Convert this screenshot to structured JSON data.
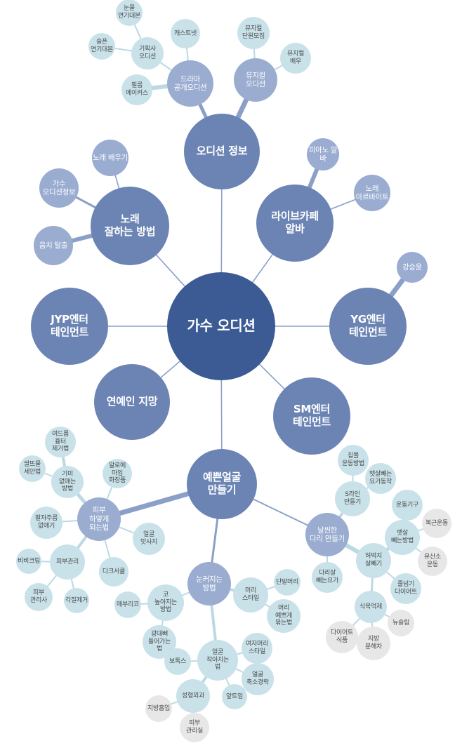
{
  "root": "가수 오디션",
  "nodes": [
    {
      "id": "root",
      "label": "가수 오디션",
      "level": 0
    },
    {
      "id": "audition_info",
      "label": "오디션 정보",
      "level": 1
    },
    {
      "id": "drama",
      "label": "드라마\n공개오디션",
      "level": 2
    },
    {
      "id": "musical",
      "label": "뮤지컬\n오디션",
      "level": 2
    },
    {
      "id": "planning",
      "label": "기획사\n오디션",
      "level": 3
    },
    {
      "id": "castnet",
      "label": "캐스트넷",
      "level": 3
    },
    {
      "id": "film_makers",
      "label": "필름\n메이커스",
      "level": 3
    },
    {
      "id": "tears",
      "label": "눈물\n연기대본",
      "level": 3
    },
    {
      "id": "sad",
      "label": "슬픈\n연기대본",
      "level": 3
    },
    {
      "id": "musical_recruit",
      "label": "뮤지컬\n단원모집",
      "level": 3
    },
    {
      "id": "musical_actor",
      "label": "뮤지컬\n배우",
      "level": 3
    },
    {
      "id": "live_cafe",
      "label": "라이브카페\n알바",
      "level": 1
    },
    {
      "id": "piano_job",
      "label": "피아노 알바",
      "level": 2
    },
    {
      "id": "song_job",
      "label": "노래\n아르바이트",
      "level": 2
    },
    {
      "id": "yg",
      "label": "YG엔터\n테인먼트",
      "level": 1
    },
    {
      "id": "kang",
      "label": "강승윤",
      "level": 2
    },
    {
      "id": "sm",
      "label": "SM엔터\n테인먼트",
      "level": 1
    },
    {
      "id": "jyp",
      "label": "JYP엔터\n테인먼트",
      "level": 1
    },
    {
      "id": "celeb",
      "label": "연예인 지망",
      "level": 1
    },
    {
      "id": "sing_well",
      "label": "노래\n잘하는 방법",
      "level": 1
    },
    {
      "id": "learn_song",
      "label": "노래 배우기",
      "level": 2
    },
    {
      "id": "singer_info",
      "label": "가수\n오디션정보",
      "level": 2
    },
    {
      "id": "tone_deaf",
      "label": "음치 탈출",
      "level": 2
    },
    {
      "id": "pretty_face",
      "label": "예쁜얼굴\n만들기",
      "level": 1
    },
    {
      "id": "skin_whiten",
      "label": "피부\n하얗게\n되는법",
      "level": 2
    },
    {
      "id": "spots",
      "label": "기미\n없애는\n방법",
      "level": 3
    },
    {
      "id": "acne",
      "label": "여드름\n흉터\n제거법",
      "level": 3
    },
    {
      "id": "face_wash",
      "label": "쌀뜨물\n세안법",
      "level": 3
    },
    {
      "id": "aloe",
      "label": "알로에\n마임\n화장품",
      "level": 3
    },
    {
      "id": "eye_bags",
      "label": "팔자주름\n없애기",
      "level": 3
    },
    {
      "id": "face_massage",
      "label": "얼굴\n맛사지",
      "level": 3
    },
    {
      "id": "skin_care",
      "label": "피부관리",
      "level": 3
    },
    {
      "id": "dark_circle",
      "label": "다크서클",
      "level": 3
    },
    {
      "id": "bb",
      "label": "비비크림",
      "level": 3
    },
    {
      "id": "skin_mgr",
      "label": "피부\n관리사",
      "level": 3
    },
    {
      "id": "keratin",
      "label": "각질제거",
      "level": 3
    },
    {
      "id": "big_eyes",
      "label": "눈커지는\n방법",
      "level": 2
    },
    {
      "id": "nose",
      "label": "코\n높아지는\n방법",
      "level": 3
    },
    {
      "id": "hair_style",
      "label": "머리\n스타일",
      "level": 3
    },
    {
      "id": "short_hair",
      "label": "단발머리",
      "level": 3
    },
    {
      "id": "pretty_hair",
      "label": "머리\n예쁘게\n묶는법",
      "level": 3
    },
    {
      "id": "nose_light",
      "label": "매부리코",
      "level": 3
    },
    {
      "id": "cheekbone",
      "label": "광대뼈\n들어가는\n법",
      "level": 3
    },
    {
      "id": "small_face",
      "label": "얼굴\n작아지는\n법",
      "level": 3
    },
    {
      "id": "botox",
      "label": "보톡스",
      "level": 3
    },
    {
      "id": "woman_hair",
      "label": "여자머리\n스타일",
      "level": 3
    },
    {
      "id": "face_shrink",
      "label": "얼굴\n축소경락",
      "level": 3
    },
    {
      "id": "plastic",
      "label": "성형외과",
      "level": 3
    },
    {
      "id": "ipm",
      "label": "앞트임",
      "level": 3
    },
    {
      "id": "fat_suction",
      "label": "지방흡입",
      "level": 4
    },
    {
      "id": "dermatology",
      "label": "피부\n관리실",
      "level": 4
    },
    {
      "id": "slim_legs",
      "label": "날씬한\n다리 만들기",
      "level": 2
    },
    {
      "id": "s_line",
      "label": "S라인\n만들기",
      "level": 3
    },
    {
      "id": "home_exercise",
      "label": "집볼\n운동방법",
      "level": 3
    },
    {
      "id": "yoga",
      "label": "뱃살빼는\n요가동작",
      "level": 3
    },
    {
      "id": "thigh",
      "label": "허벅지\n살빼기",
      "level": 3
    },
    {
      "id": "leg_slim",
      "label": "다리살\n빼는요가",
      "level": 3
    },
    {
      "id": "belly",
      "label": "뱃살\n빼는방법",
      "level": 3
    },
    {
      "id": "equipment",
      "label": "운동기구",
      "level": 3
    },
    {
      "id": "ab_exercise",
      "label": "복근운동",
      "level": 4
    },
    {
      "id": "aerobic",
      "label": "유산소\n운동",
      "level": 4
    },
    {
      "id": "jump_rope",
      "label": "줄넘기\n다이어트",
      "level": 3
    },
    {
      "id": "diet_control",
      "label": "식욕억제",
      "level": 3
    },
    {
      "id": "diet_food",
      "label": "다이어트\n식품",
      "level": 4
    },
    {
      "id": "fat_burn",
      "label": "지방\n분해차",
      "level": 4
    },
    {
      "id": "new_slim",
      "label": "뉴슬림",
      "level": 4
    }
  ],
  "edges": [
    [
      "root",
      "audition_info"
    ],
    [
      "root",
      "live_cafe"
    ],
    [
      "root",
      "yg"
    ],
    [
      "root",
      "sm"
    ],
    [
      "root",
      "pretty_face"
    ],
    [
      "root",
      "celeb"
    ],
    [
      "root",
      "jyp"
    ],
    [
      "root",
      "sing_well"
    ],
    [
      "audition_info",
      "drama"
    ],
    [
      "audition_info",
      "musical"
    ],
    [
      "drama",
      "planning"
    ],
    [
      "drama",
      "castnet"
    ],
    [
      "drama",
      "film_makers"
    ],
    [
      "planning",
      "tears"
    ],
    [
      "planning",
      "sad"
    ],
    [
      "musical",
      "musical_recruit"
    ],
    [
      "musical",
      "musical_actor"
    ],
    [
      "live_cafe",
      "piano_job"
    ],
    [
      "live_cafe",
      "song_job"
    ],
    [
      "yg",
      "kang"
    ],
    [
      "sing_well",
      "learn_song"
    ],
    [
      "sing_well",
      "singer_info"
    ],
    [
      "sing_well",
      "tone_deaf"
    ],
    [
      "pretty_face",
      "skin_whiten"
    ],
    [
      "pretty_face",
      "big_eyes"
    ],
    [
      "pretty_face",
      "slim_legs"
    ],
    [
      "skin_whiten",
      "spots"
    ],
    [
      "skin_whiten",
      "aloe"
    ],
    [
      "skin_whiten",
      "eye_bags"
    ],
    [
      "skin_whiten",
      "face_massage"
    ],
    [
      "skin_whiten",
      "skin_care"
    ],
    [
      "skin_whiten",
      "dark_circle"
    ],
    [
      "spots",
      "acne"
    ],
    [
      "spots",
      "face_wash"
    ],
    [
      "skin_care",
      "bb"
    ],
    [
      "skin_care",
      "skin_mgr"
    ],
    [
      "skin_care",
      "keratin"
    ],
    [
      "big_eyes",
      "nose"
    ],
    [
      "big_eyes",
      "hair_style"
    ],
    [
      "big_eyes",
      "small_face"
    ],
    [
      "nose",
      "nose_light"
    ],
    [
      "nose",
      "cheekbone"
    ],
    [
      "hair_style",
      "short_hair"
    ],
    [
      "hair_style",
      "pretty_hair"
    ],
    [
      "small_face",
      "botox"
    ],
    [
      "small_face",
      "woman_hair"
    ],
    [
      "small_face",
      "face_shrink"
    ],
    [
      "small_face",
      "plastic"
    ],
    [
      "small_face",
      "ipm"
    ],
    [
      "plastic",
      "fat_suction"
    ],
    [
      "plastic",
      "dermatology"
    ],
    [
      "slim_legs",
      "s_line"
    ],
    [
      "slim_legs",
      "thigh"
    ],
    [
      "slim_legs",
      "leg_slim"
    ],
    [
      "s_line",
      "home_exercise"
    ],
    [
      "s_line",
      "yoga"
    ],
    [
      "thigh",
      "belly"
    ],
    [
      "thigh",
      "jump_rope"
    ],
    [
      "thigh",
      "diet_control"
    ],
    [
      "belly",
      "equipment"
    ],
    [
      "belly",
      "ab_exercise"
    ],
    [
      "belly",
      "aerobic"
    ],
    [
      "diet_control",
      "diet_food"
    ],
    [
      "diet_control",
      "fat_burn"
    ],
    [
      "diet_control",
      "new_slim"
    ]
  ],
  "colors": {
    "root": "#3c5a94",
    "level1": "#6c84b4",
    "level2": "#9aacd0",
    "level3": "#c9e2ea",
    "level4": "#e7e7e7",
    "edge": "#8aa0c8",
    "edge_light": "#bcd9e3"
  }
}
